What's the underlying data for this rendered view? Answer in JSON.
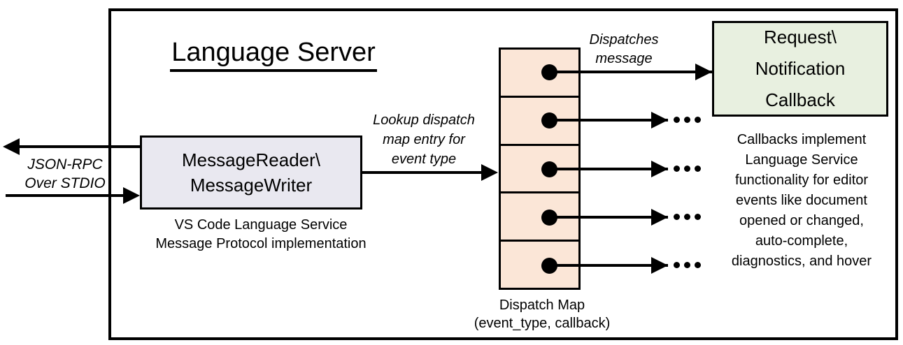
{
  "colors": {
    "message_box_fill": "#E9E8F0",
    "dispatch_map_fill": "#FBE6D7",
    "callback_box_fill": "#E8F0E0",
    "stroke": "#000000"
  },
  "title": "Language Server",
  "stdio_label": {
    "lines": [
      "JSON-RPC",
      "Over STDIO"
    ]
  },
  "message_box": {
    "lines": [
      "MessageReader\\",
      "MessageWriter"
    ],
    "caption": [
      "VS Code Language Service",
      "Message Protocol implementation"
    ]
  },
  "lookup_label": {
    "lines": [
      "Lookup dispatch",
      "map entry for",
      "event type"
    ]
  },
  "dispatches_label": {
    "lines": [
      "Dispatches",
      "message"
    ]
  },
  "dispatch_map": {
    "row_count": 5,
    "caption": [
      "Dispatch Map",
      "(event_type, callback)"
    ]
  },
  "callback_box": {
    "lines": [
      "Request\\",
      "Notification",
      "Callback"
    ]
  },
  "callbacks_note": {
    "lines": [
      "Callbacks implement",
      "Language Service",
      "functionality for editor",
      "events like document",
      "opened or changed,",
      "auto-complete,",
      "diagnostics, and hover"
    ]
  }
}
